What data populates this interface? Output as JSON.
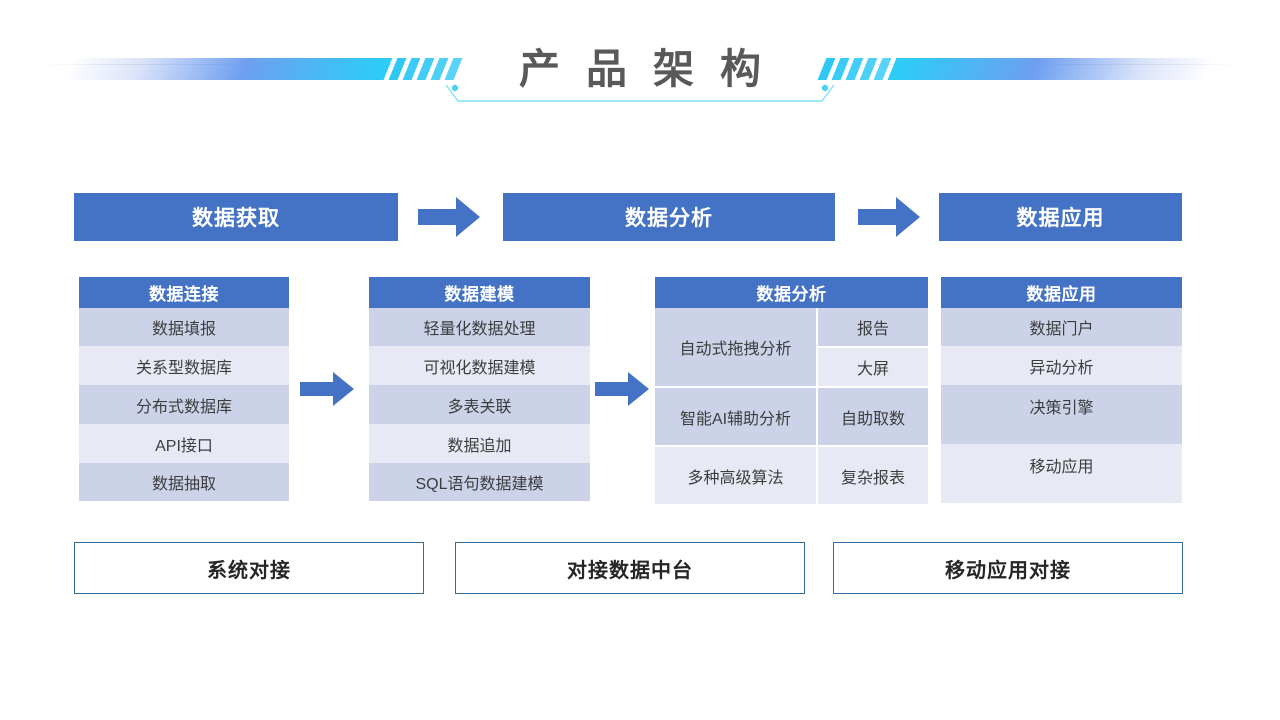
{
  "slide": {
    "title": "产品架构"
  },
  "stages": [
    {
      "label": "数据获取"
    },
    {
      "label": "数据分析"
    },
    {
      "label": "数据应用"
    }
  ],
  "arrows": {
    "stage_arrow_label": "arrow-right-icon",
    "column_arrow_label": "arrow-right-icon"
  },
  "columns": [
    {
      "header": "数据连接",
      "rows": [
        {
          "label": "数据填报"
        },
        {
          "label": "关系型数据库"
        },
        {
          "label": "分布式数据库"
        },
        {
          "label": "API接口"
        },
        {
          "label": "数据抽取"
        }
      ]
    },
    {
      "header": "数据建模",
      "rows": [
        {
          "label": "轻量化数据处理"
        },
        {
          "label": "可视化数据建模"
        },
        {
          "label": "多表关联"
        },
        {
          "label": "数据追加"
        },
        {
          "label": "SQL语句数据建模"
        }
      ]
    },
    {
      "header": "数据分析",
      "left_rows": [
        {
          "label": "自动式拖拽分析"
        },
        {
          "label": "智能AI辅助分析"
        },
        {
          "label": "多种高级算法"
        }
      ],
      "right_rows": [
        {
          "label": "报告"
        },
        {
          "label": "大屏"
        },
        {
          "label": "自助取数"
        },
        {
          "label": "复杂报表"
        }
      ]
    },
    {
      "header": "数据应用",
      "rows": [
        {
          "label": "数据门户"
        },
        {
          "label": "异动分析"
        },
        {
          "label": "决策引擎"
        },
        {
          "label": "移动应用"
        }
      ]
    }
  ],
  "bottom_boxes": [
    {
      "label": "系统对接"
    },
    {
      "label": "对接数据中台"
    },
    {
      "label": "移动应用对接"
    }
  ],
  "colors": {
    "header_blue": "#4472C4",
    "row_tone_a": "#ccd3e9",
    "row_tone_b": "#e7eaf4",
    "accent_cyan": "#2fc8f5",
    "bottom_border": "#2f6ea5",
    "title_gray": "#595959"
  }
}
